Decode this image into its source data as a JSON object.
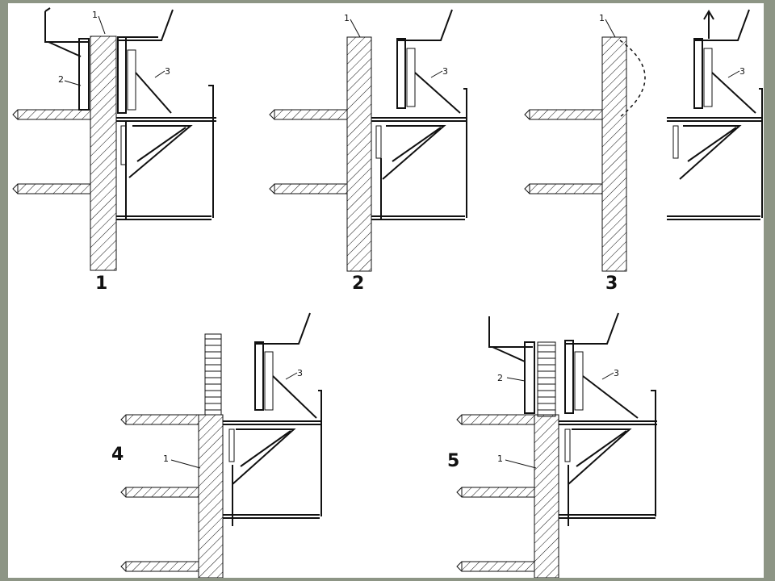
{
  "stages": [
    {
      "id": "1",
      "label": "1",
      "callouts": [
        "1",
        "2",
        "3"
      ]
    },
    {
      "id": "2",
      "label": "2",
      "callouts": [
        "1",
        "3"
      ]
    },
    {
      "id": "3",
      "label": "3",
      "callouts": [
        "1",
        "3"
      ]
    },
    {
      "id": "4",
      "label": "4",
      "callouts": [
        "3",
        "1"
      ]
    },
    {
      "id": "5",
      "label": "5",
      "callouts": [
        "2",
        "3",
        "1"
      ]
    }
  ],
  "colors": {
    "background": "#8d9585",
    "sheet": "#ffffff",
    "line": "#111111"
  }
}
